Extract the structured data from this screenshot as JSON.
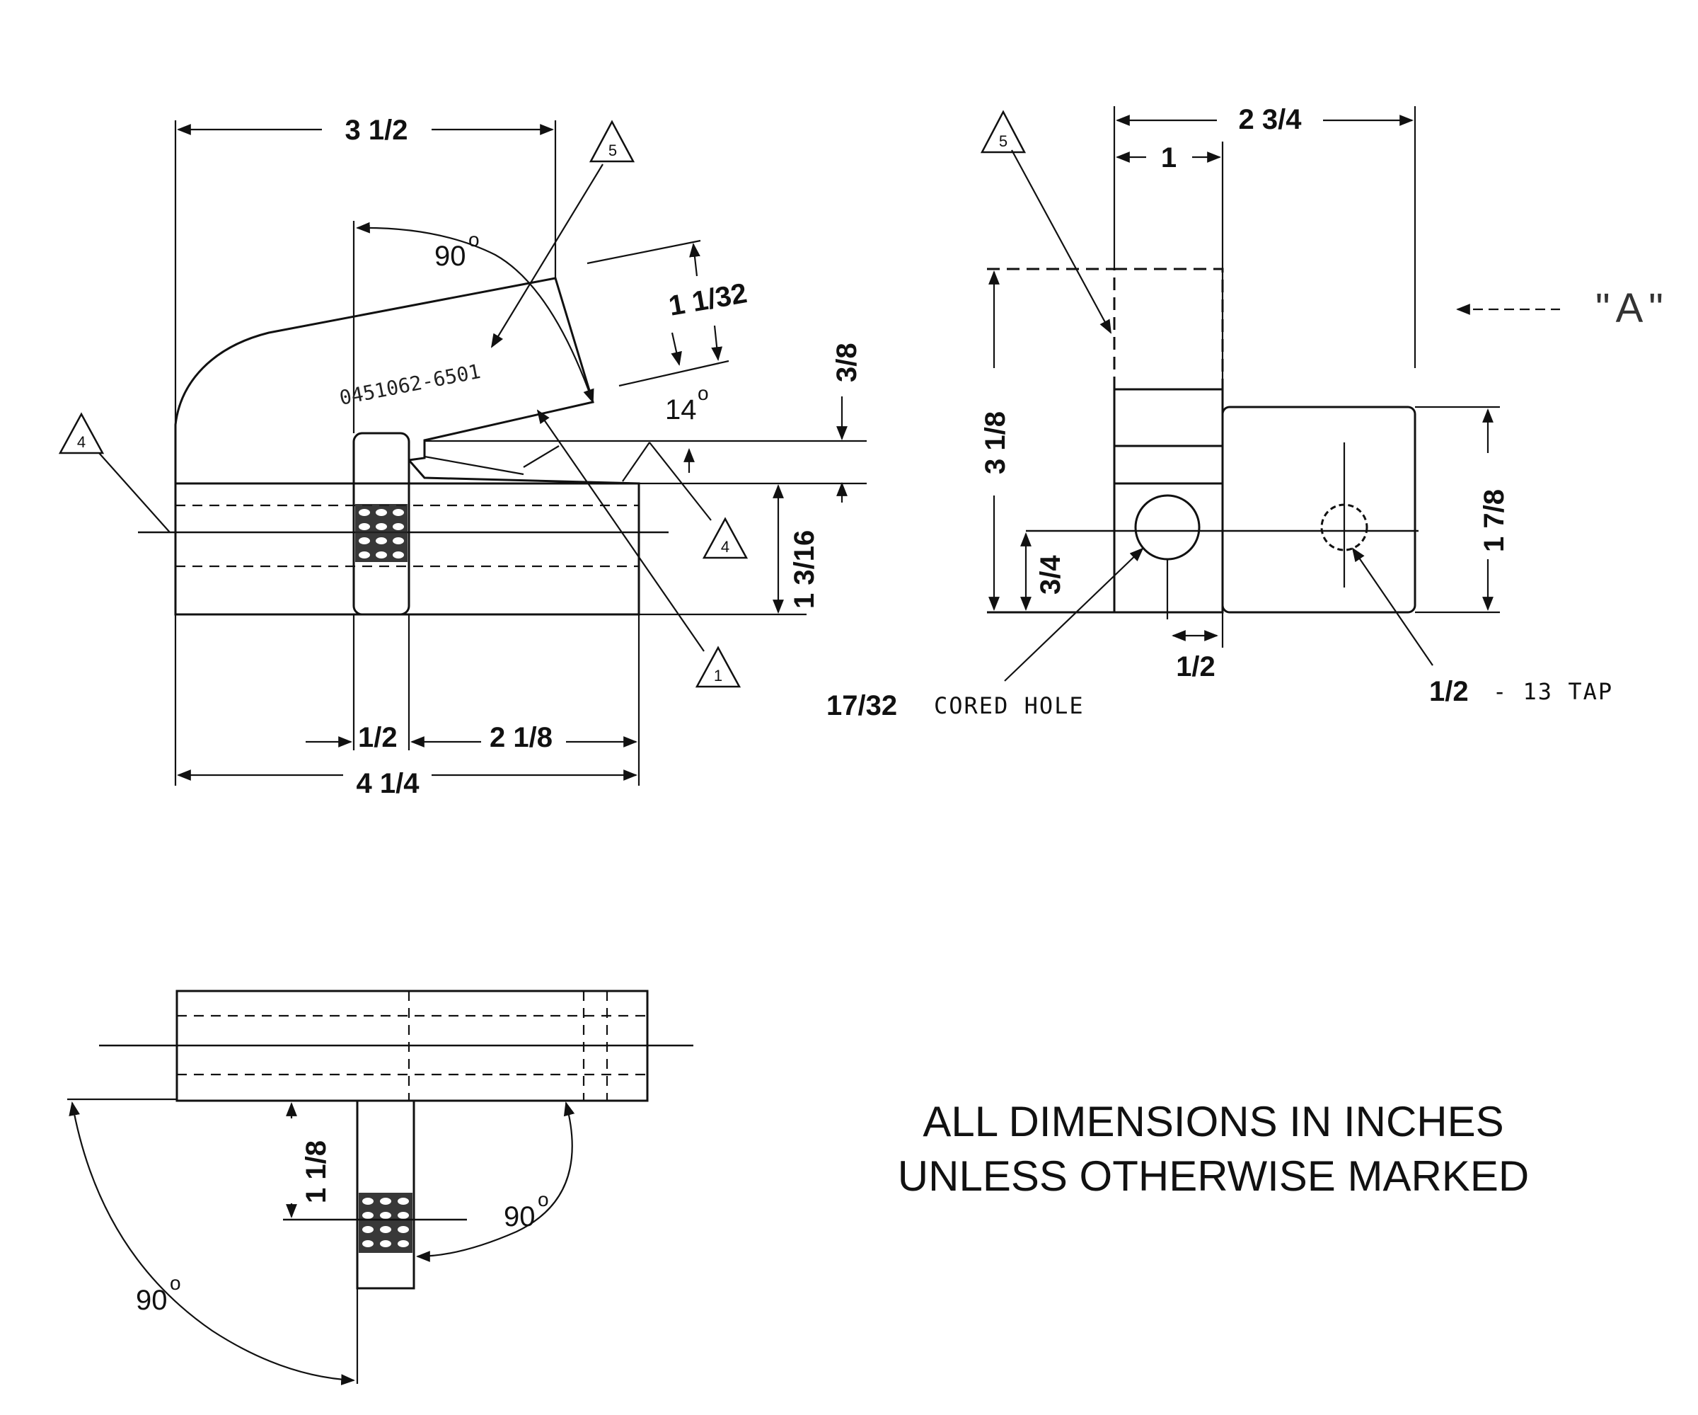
{
  "front_view": {
    "dims": {
      "overall_top": "3 1/2",
      "angle_top": "90",
      "slant_depth": "1 1/32",
      "slant_angle": "14",
      "right_small": "3/8",
      "right_height": "1 3/16",
      "lower_left": "1/2",
      "lower_mid": "2 1/8",
      "lower_overall": "4 1/4"
    },
    "part_number": "0451062-6501",
    "callouts": [
      "4",
      "5",
      "4",
      "1"
    ]
  },
  "end_view": {
    "dims": {
      "overall_top": "2 3/4",
      "inner_top": "1",
      "left_height": "3 1/8",
      "right_height": "1 7/8",
      "hole_height": "3/4",
      "hole_offset": "1/2"
    },
    "hole_left_label_num": "17/32",
    "hole_left_label_text": "CORED HOLE",
    "hole_right_label_num": "1/2",
    "hole_right_label_text": "- 13 TAP",
    "view_arrow_label": "\"A\"",
    "callouts": [
      "5"
    ]
  },
  "top_view": {
    "dims": {
      "stem_height": "1 1/8",
      "angle_right": "90",
      "angle_left": "90"
    }
  },
  "note": {
    "line1": "ALL DIMENSIONS IN INCHES",
    "line2": "UNLESS OTHERWISE MARKED"
  },
  "degree_symbol": "o"
}
